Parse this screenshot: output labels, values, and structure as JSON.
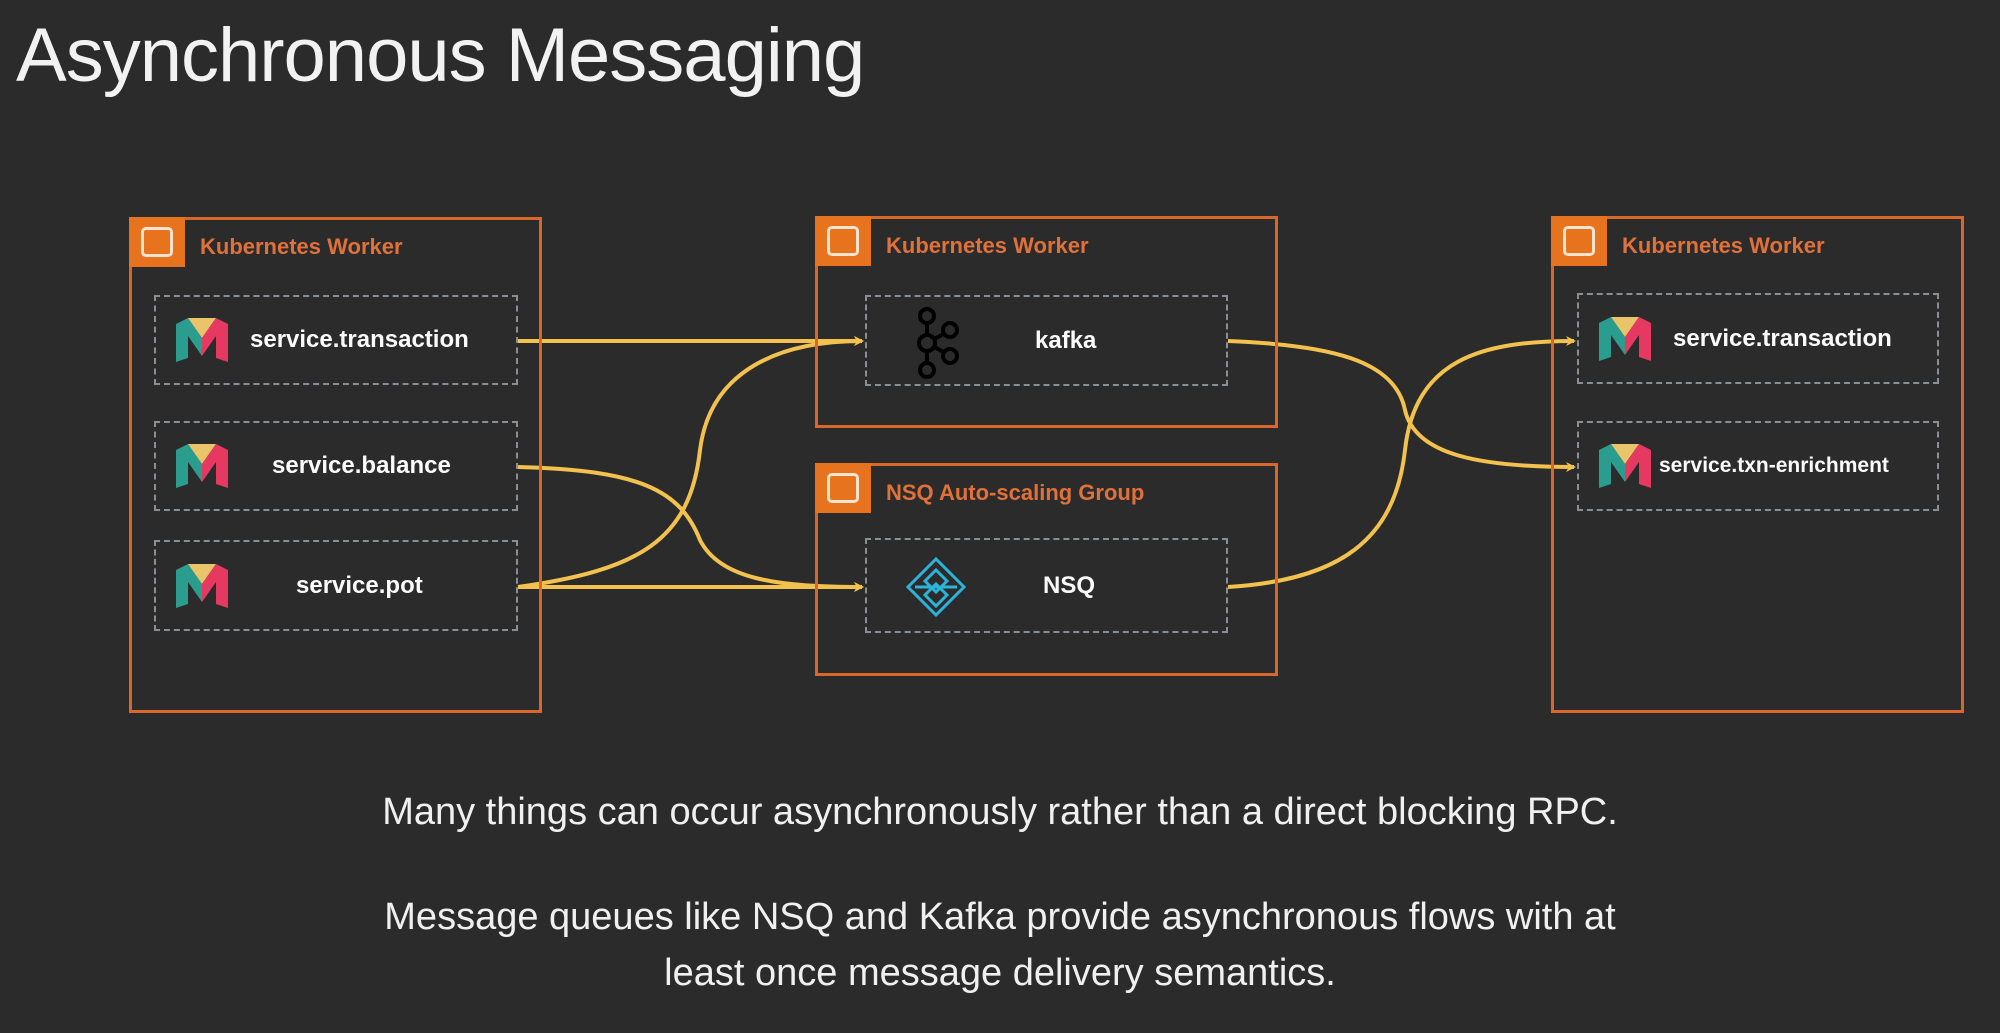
{
  "title": "Asynchronous Messaging",
  "groups": {
    "left": {
      "label": "Kubernetes Worker",
      "services": [
        "service.transaction",
        "service.balance",
        "service.pot"
      ]
    },
    "kafka": {
      "label": "Kubernetes Worker",
      "service": "kafka"
    },
    "nsq": {
      "label": "NSQ Auto-scaling Group",
      "service": "NSQ"
    },
    "right": {
      "label": "Kubernetes Worker",
      "services": [
        "service.transaction",
        "service.txn-enrichment"
      ]
    }
  },
  "captions": [
    "Many things can occur asynchronously rather than a direct blocking RPC.",
    "Message queues like NSQ and Kafka provide asynchronous flows with at",
    "least once message delivery semantics."
  ],
  "colors": {
    "accent": "#e8731e",
    "arrow": "#f2c14e",
    "background": "#2b2b2c",
    "nsq": "#2bb3d9"
  }
}
